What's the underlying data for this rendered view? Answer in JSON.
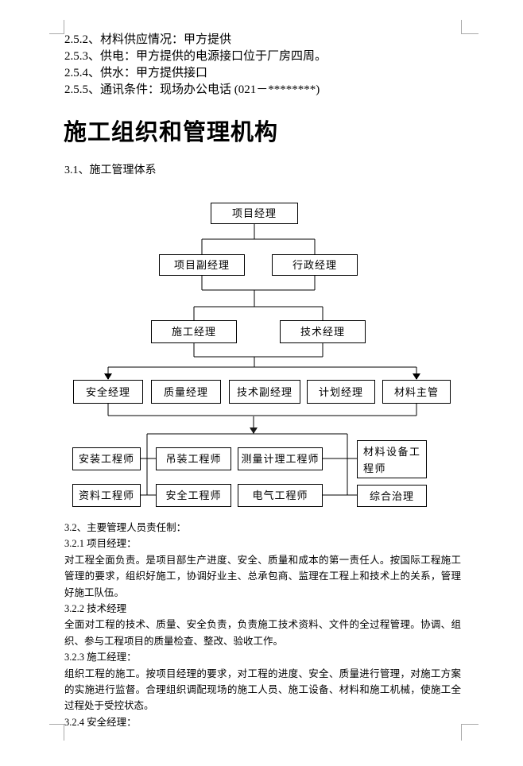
{
  "document": {
    "intro_items": [
      "2.5.2、材料供应情况：甲方提供",
      "2.5.3、供电：甲方提供的电源接口位于厂房四周。",
      "2.5.4、供水：甲方提供接口",
      "2.5.5、通讯条件：现场办公电话 (021－********)"
    ],
    "chapter_heading": "施工组织和管理机构",
    "section_31": "3.1、施工管理体系",
    "paragraphs": [
      "3.2、主要管理人员责任制：",
      "3.2.1 项目经理：",
      "对工程全面负责。是项目部生产进度、安全、质量和成本的第一责任人。按国际工程施工管理的要求，组织好施工，协调好业主、总承包商、监理在工程上和技术上的关系，管理好施工队伍。",
      "3.2.2 技术经理",
      "全面对工程的技术、质量、安全负责，负责施工技术资料、文件的全过程管理。协调、组织、参与工程项目的质量检查、整改、验收工作。",
      "3.2.3 施工经理：",
      "组织工程的施工。按项目经理的要求，对工程的进度、安全、质量进行管理，对施工方案的实施进行监督。合理组织调配现场的施工人员、施工设备、材料和施工机械，使施工全过程处于受控状态。",
      "3.2.4 安全经理："
    ]
  },
  "org_chart": {
    "type": "org-hierarchy-diagram",
    "nodes": {
      "project_manager": "项目经理",
      "deputy_project_manager": "项目副经理",
      "admin_manager": "行政经理",
      "construction_manager": "施工经理",
      "technical_manager": "技术经理",
      "safety_manager": "安全经理",
      "quality_manager": "质量经理",
      "technical_deputy_manager": "技术副经理",
      "planning_manager": "计划经理",
      "materials_supervisor": "材料主管",
      "installation_engineer": "安装工程师",
      "hoisting_engineer": "吊装工程师",
      "survey_metering_engineer": "测量计理工程师",
      "materials_equipment_engineer": "材料设备工程师",
      "documents_engineer": "资料工程师",
      "safety_engineer": "安全工程师",
      "electrical_engineer": "电气工程师",
      "comprehensive_governance": "综合治理"
    },
    "hierarchy": [
      {
        "level": 1,
        "members": [
          "项目经理"
        ]
      },
      {
        "level": 2,
        "members": [
          "项目副经理",
          "行政经理"
        ]
      },
      {
        "level": 3,
        "members": [
          "施工经理",
          "技术经理"
        ]
      },
      {
        "level": 4,
        "members": [
          "安全经理",
          "质量经理",
          "技术副经理",
          "计划经理",
          "材料主管"
        ]
      },
      {
        "level": 5,
        "members": [
          "安装工程师",
          "吊装工程师",
          "测量计理工程师",
          "材料设备工程师",
          "资料工程师",
          "安全工程师",
          "电气工程师",
          "综合治理"
        ]
      }
    ]
  },
  "colors": {
    "text": "#000000",
    "line": "#000000",
    "arrow_shaft": "#808080",
    "crop_mark": "#a9a9a9",
    "page_background": "#ffffff"
  }
}
